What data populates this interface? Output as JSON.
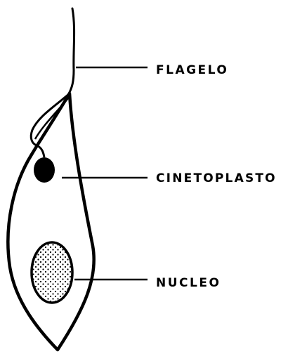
{
  "labels": {
    "flagelo": "FLAGELO",
    "cinetoplasto": "CINETOPLASTO",
    "nucleo": "NUCLEO"
  },
  "colors": {
    "stroke": "#000000",
    "background": "#ffffff"
  }
}
